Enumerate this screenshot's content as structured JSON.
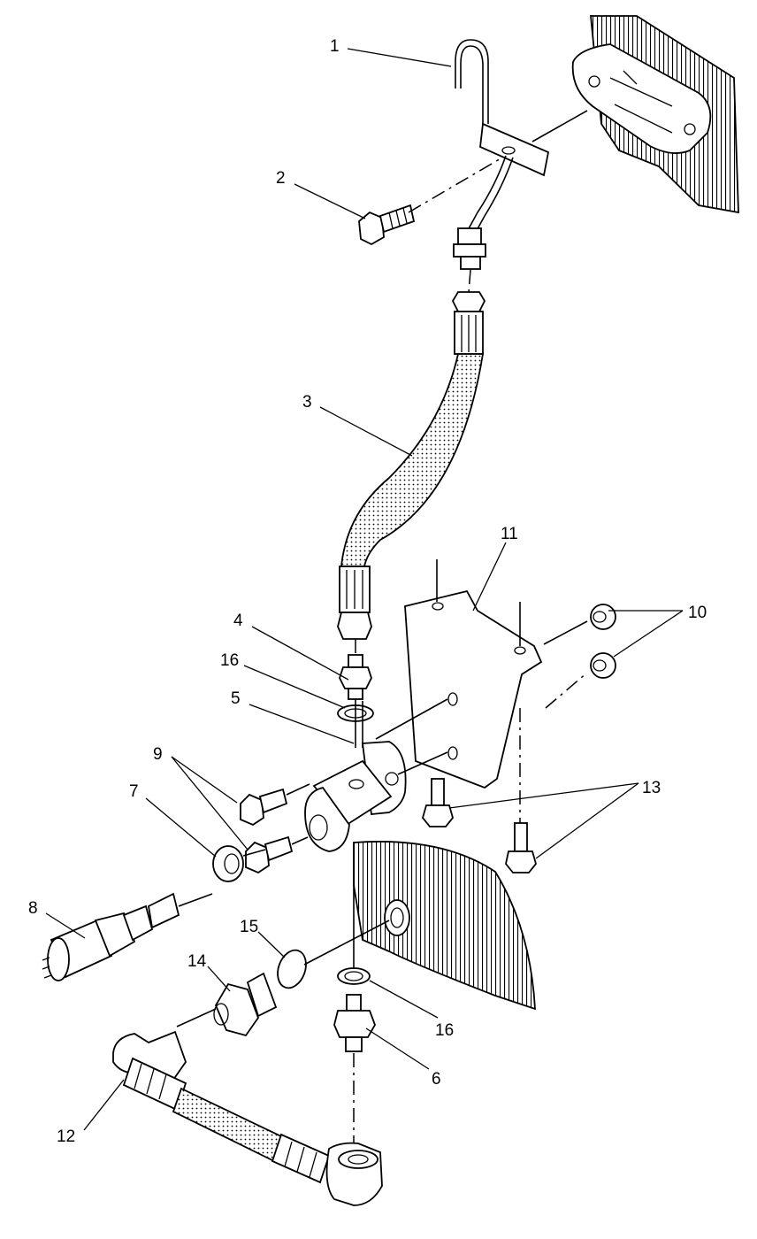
{
  "diagram": {
    "callouts": [
      {
        "id": "1",
        "text": "1"
      },
      {
        "id": "2",
        "text": "2"
      },
      {
        "id": "3",
        "text": "3"
      },
      {
        "id": "4",
        "text": "4"
      },
      {
        "id": "16a",
        "text": "16"
      },
      {
        "id": "5",
        "text": "5"
      },
      {
        "id": "9",
        "text": "9"
      },
      {
        "id": "7",
        "text": "7"
      },
      {
        "id": "8",
        "text": "8"
      },
      {
        "id": "15",
        "text": "15"
      },
      {
        "id": "14",
        "text": "14"
      },
      {
        "id": "16b",
        "text": "16"
      },
      {
        "id": "6",
        "text": "6"
      },
      {
        "id": "12",
        "text": "12"
      },
      {
        "id": "11",
        "text": "11"
      },
      {
        "id": "10",
        "text": "10"
      },
      {
        "id": "13",
        "text": "13"
      }
    ]
  }
}
